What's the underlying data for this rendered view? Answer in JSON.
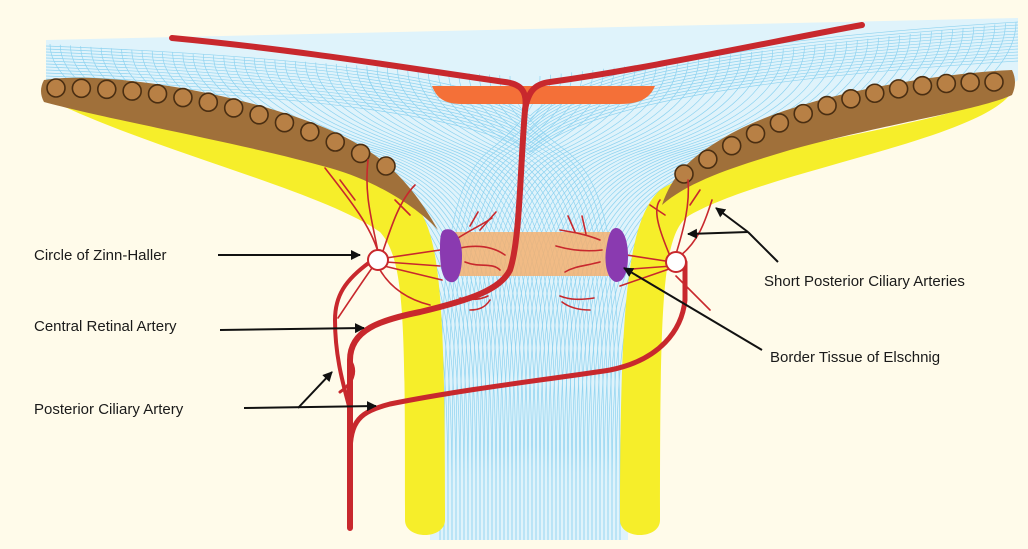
{
  "labels": {
    "zinn_haller": "Circle of Zinn-Haller",
    "central_retinal_artery": "Central Retinal Artery",
    "posterior_ciliary_artery": "Posterior Ciliary Artery",
    "short_posterior_ciliary_arteries": "Short Posterior Ciliary Arteries",
    "border_tissue_elschnig": "Border Tissue of Elschnig"
  },
  "colors": {
    "background": "#fffbea",
    "nerve_fibers": "#8fd3f0",
    "nerve_fill": "#dff3fb",
    "choroid": "#a0703a",
    "sclera": "#f6ee2a",
    "artery": "#c8282d",
    "border_tissue": "#8a3ab0",
    "lamina": "#f4b070",
    "optic_cup_plate": "#f47038"
  }
}
